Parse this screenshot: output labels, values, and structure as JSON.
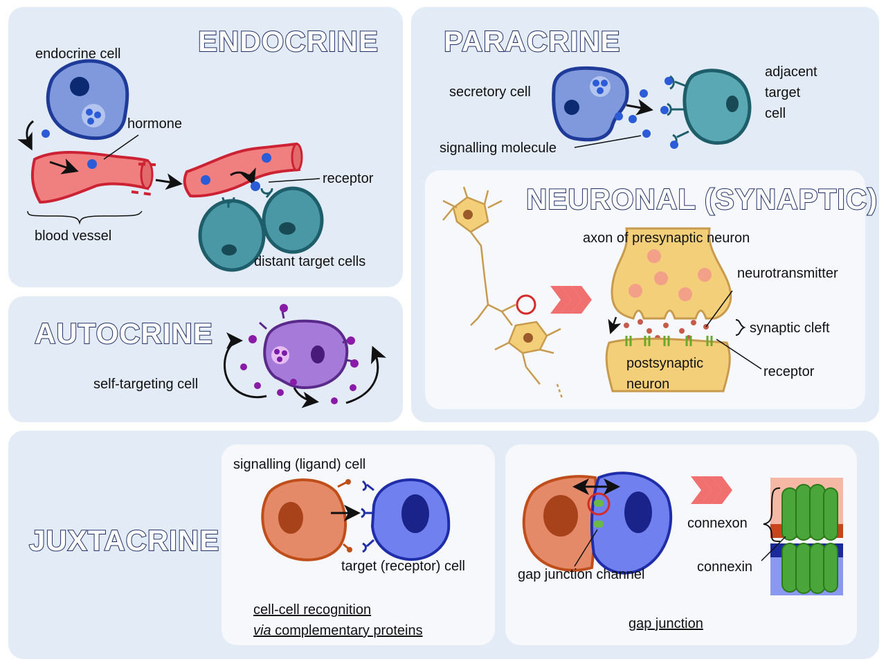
{
  "diagram": {
    "colors": {
      "panel_bg": "#e3ebf6",
      "inner_bg": "#f6f8fc",
      "title_outline": "#1d2d66",
      "blood_vessel": "#f08080",
      "endocrine_cell": "#8098dc",
      "target_cell": "#4a98a6",
      "autocrine_cell": "#a57ad8",
      "neuron": "#f4cf7a",
      "ligand_cell": "#e58a68",
      "receptor_cell": "#7080ee",
      "connexin": "#4aa63a",
      "chevron": "#f07070"
    },
    "endocrine": {
      "title": "ENDOCRINE",
      "labels": {
        "endocrine_cell": "endocrine cell",
        "hormone": "hormone",
        "blood_vessel": "blood vessel",
        "receptor": "receptor",
        "distant_target_cells": "distant target cells"
      }
    },
    "paracrine": {
      "title": "PARACRINE",
      "labels": {
        "secretory_cell": "secretory cell",
        "signalling_molecule": "signalling molecule",
        "adjacent_target_cell": [
          "adjacent",
          "target",
          "cell"
        ]
      }
    },
    "neuronal": {
      "title": "NEURONAL (SYNAPTIC)",
      "labels": {
        "axon": "axon of presynaptic neuron",
        "neurotransmitter": "neurotransmitter",
        "synaptic_cleft": "synaptic cleft",
        "postsynaptic_neuron": [
          "postsynaptic",
          "neuron"
        ],
        "receptor": "receptor"
      }
    },
    "autocrine": {
      "title": "AUTOCRINE",
      "labels": {
        "self_targeting_cell": "self-targeting cell"
      }
    },
    "juxtacrine": {
      "title": "JUXTACRINE",
      "recognition": {
        "labels": {
          "signalling_cell": "signalling (ligand) cell",
          "target_cell": "target (receptor) cell"
        },
        "caption_line1": "cell-cell recognition",
        "caption_line2_italic": "via",
        "caption_line2_rest": " complementary proteins"
      },
      "gap_junction": {
        "labels": {
          "channel": "gap junction channel",
          "connexon": "connexon",
          "connexin": "connexin"
        },
        "caption": "gap junction"
      }
    }
  }
}
